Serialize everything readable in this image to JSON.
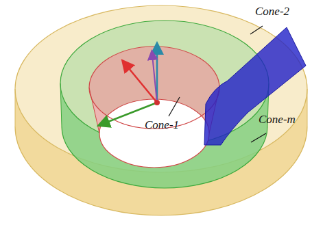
{
  "diagram": {
    "labels": [
      "Cone-2",
      "Cone-1",
      "Cone-m"
    ]
  }
}
